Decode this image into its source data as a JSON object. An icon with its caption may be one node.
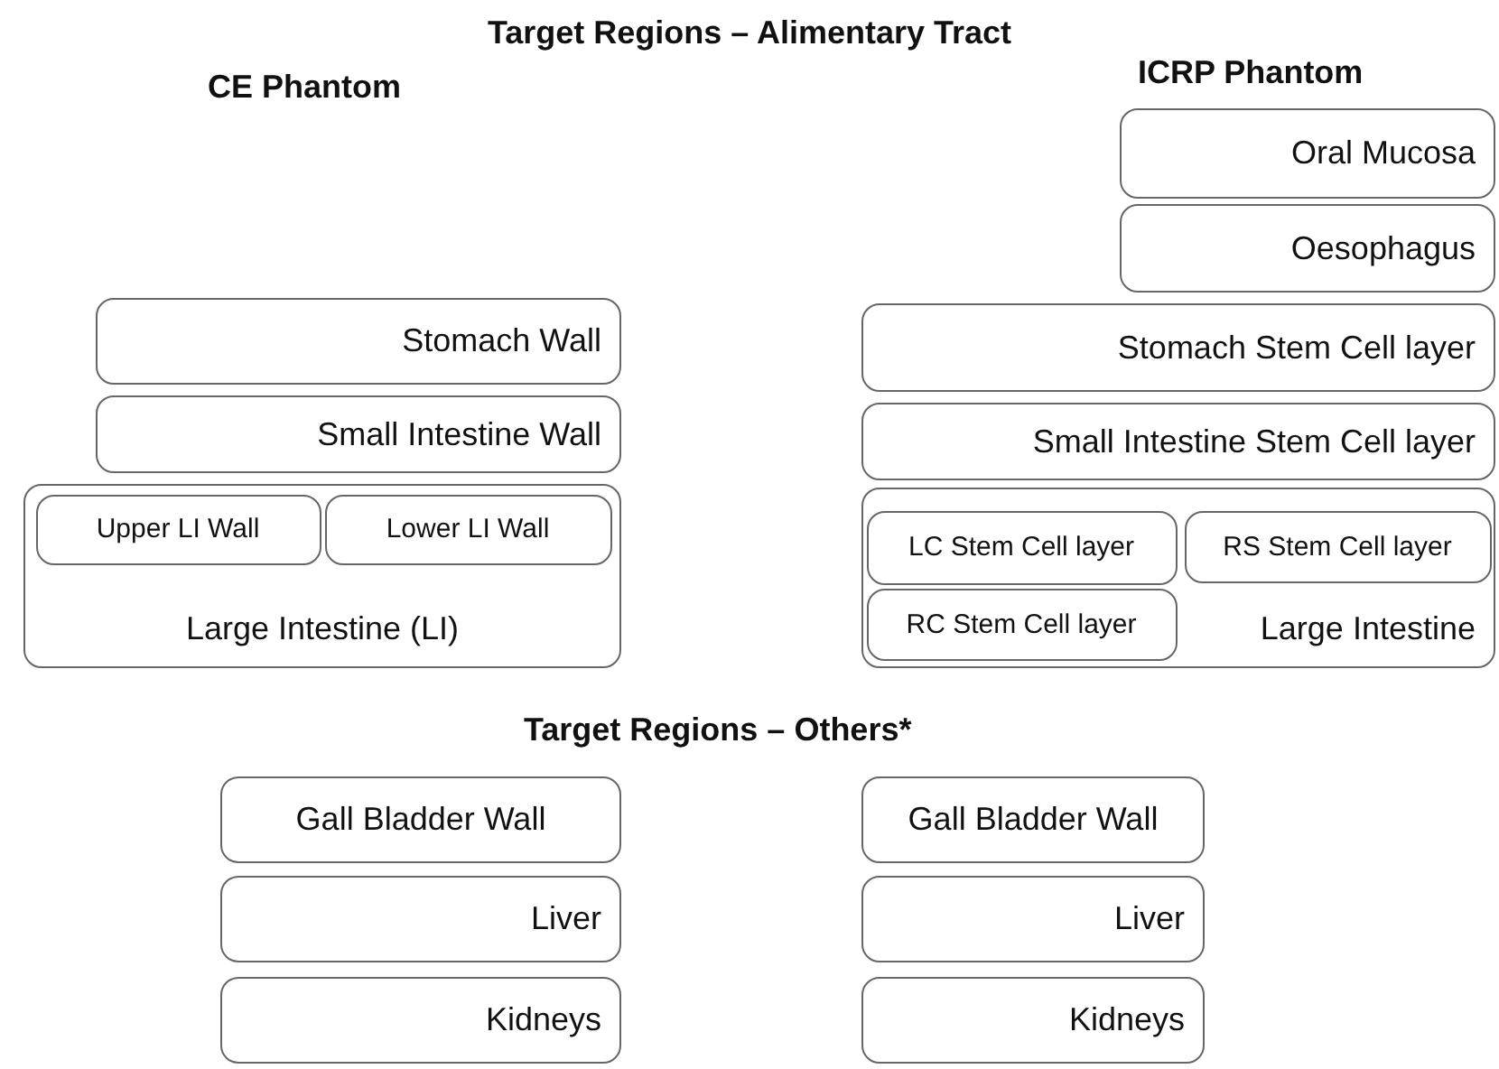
{
  "diagram": {
    "title": "Target Regions – Alimentary Tract",
    "nodes": [
      {
        "text": [
          "Oral Mucosa"
        ]
      },
      {
        "text": [
          "Oesophagus"
        ]
      },
      {
        "text": [
          "Stomach Wall"
        ]
      },
      {
        "text": [
          "Stomach Stem Cell layer"
        ]
      },
      {
        "text": [
          "Small Intestine Wall"
        ]
      },
      {
        "text": [
          "Small Intestine Stem Cell layer"
        ]
      },
      {
        "text": [
          "Large Intestine (LI)"
        ]
      },
      {
        "text": [
          "Upper LI Wall"
        ],
        "in": 6
      },
      {
        "text": [
          "Lower LI Wall"
        ],
        "in": 6
      },
      {
        "text": [
          "Large Intestine"
        ]
      },
      {
        "text": [
          "LC Stem Cell layer"
        ],
        "in": 9
      },
      {
        "text": [
          "RS Stem Cell layer"
        ],
        "in": 9
      },
      {
        "text": [
          "RC Stem Cell layer"
        ],
        "in": 9
      },
      {
        "text": [
          "Gall Bladder Wall"
        ]
      },
      {
        "text": [
          "Gall Bladder Wall"
        ]
      },
      {
        "text": [
          "Liver"
        ]
      },
      {
        "text": [
          "Liver"
        ]
      },
      {
        "text": [
          "Kidneys"
        ]
      },
      {
        "text": [
          "Kidneys"
        ]
      }
    ],
    "labels": [
      "CE Phantom",
      "ICRP Phantom",
      "Target Regions – Others*"
    ]
  }
}
